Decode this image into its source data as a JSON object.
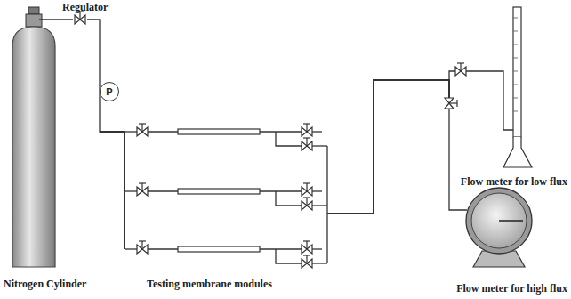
{
  "diagram": {
    "nodes": [
      {
        "text": [
          "P"
        ]
      }
    ],
    "labels": [
      "Regulator",
      "Nitrogen Cylinder",
      "Testing membrane modules",
      "Flow meter for low flux",
      "Flow meter for high flux"
    ]
  }
}
